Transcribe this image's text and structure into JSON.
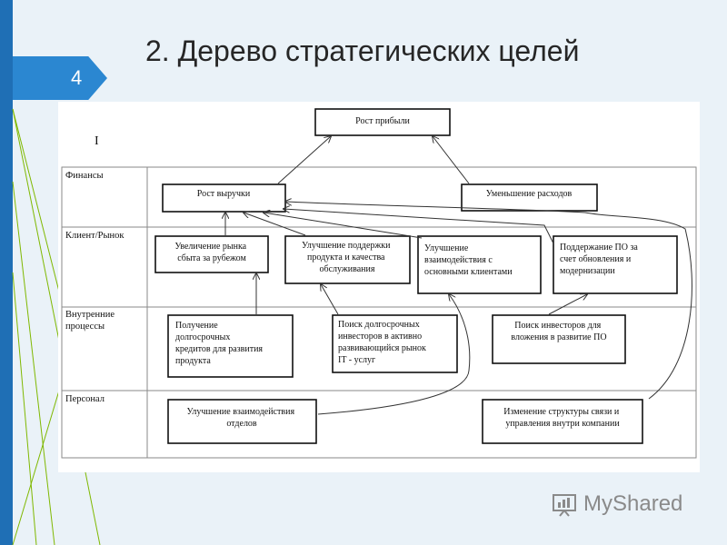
{
  "slide": {
    "number": "4",
    "title": "2. Дерево стратегических целей",
    "watermark": "MyShared",
    "accent_color": "#2b87d1",
    "sidebar_color": "#1f6fb5"
  },
  "diagram": {
    "corner_mark": "I",
    "rows": [
      {
        "label": "Финансы"
      },
      {
        "label": "Клиент/Рынок"
      },
      {
        "label_lines": [
          "Внутренние",
          "процессы"
        ]
      },
      {
        "label": "Персонал"
      }
    ],
    "nodes": {
      "profit_growth": {
        "lines": [
          "Рост прибыли"
        ]
      },
      "revenue_growth": {
        "lines": [
          "Рост выручки"
        ]
      },
      "cost_reduction": {
        "lines": [
          "Уменьшение расходов"
        ]
      },
      "market_expansion": {
        "lines": [
          "Увеличение рынка",
          "сбыта за рубежом"
        ]
      },
      "support_quality": {
        "lines": [
          "Улучшение поддержки",
          "продукта и качества",
          "обслуживания"
        ]
      },
      "client_interaction": {
        "lines": [
          "Улучшение",
          "взаимодействия с",
          "основными клиентами"
        ]
      },
      "software_support": {
        "lines": [
          "Поддержание ПО за",
          "счет обновления и",
          "модернизации"
        ]
      },
      "long_term_credits": {
        "lines": [
          "Получение",
          "долгосрочных",
          "кредитов для развития",
          "продукта"
        ]
      },
      "investor_search_it": {
        "lines": [
          "Поиск долгосрочных",
          "инвесторов в активно",
          "развивающийся рынок",
          "IT - услуг"
        ]
      },
      "investor_search_software": {
        "lines": [
          "Поиск инвесторов для",
          "вложения в развитие ПО"
        ]
      },
      "department_interaction": {
        "lines": [
          "Улучшение взаимодействия",
          "отделов"
        ]
      },
      "structure_change": {
        "lines": [
          "Изменение структуры связи и",
          "управления внутри компании"
        ]
      }
    }
  }
}
